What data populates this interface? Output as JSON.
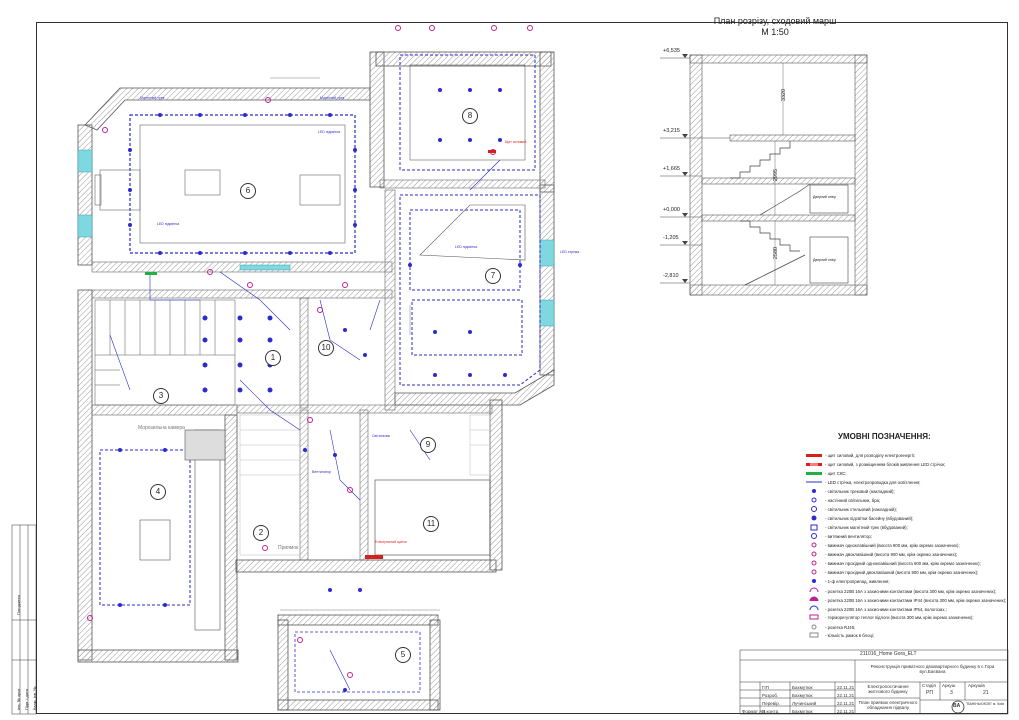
{
  "section": {
    "title_line1": "План розрізу, сходовий марш",
    "title_line2": "М 1:50",
    "levels": [
      "+6,535",
      "+3,215",
      "+1,665",
      "+0,000",
      "-1,205",
      "-2,810"
    ],
    "dims": [
      "3320",
      "2995",
      "2580"
    ],
    "door_label_1": "Дверний отвір",
    "door_label_2": "Дверний отвір"
  },
  "rooms": [
    "1",
    "2",
    "3",
    "4",
    "5",
    "6",
    "7",
    "8",
    "9",
    "10",
    "11"
  ],
  "annotations": {
    "room4_label": "Морозильна камера",
    "room2_label": "Приямок",
    "blue_notes": [
      "LED підсвітка",
      "LED підсвітка",
      "Магнітний трек",
      "Магнітний трек",
      "LED підсвітка",
      "Вентилятор",
      "Світильник",
      "LED стрічка"
    ],
    "red_notes": [
      "Електричний щиток",
      "Щит силовий"
    ]
  },
  "legend": {
    "title": "УМОВНІ ПОЗНАЧЕННЯ:",
    "items": [
      "- щит силовий, для розподілу електроенергії;",
      "- щит силовий, з розміщенням блоків живлення LED стрічок;",
      "- щит СКС;",
      "- LED стрічка, електропроводка для освітлення;",
      "- світильник трековий (накладний);",
      "- настінний світильник, бра;",
      "- світильник стельовий (накладний);",
      "- світильник підсвітки басейну (вбудований);",
      "- світильник магнітний трек (вбудований);",
      "- витяжний вентилятор;",
      "- вимикач одноклавішний (висота 900 мм, крім окремо зазначених);",
      "- вимикач двоклавішний (висота 900 мм, крім окремо зазначених);",
      "- вимикач прохідний одноклавішний (висота 900 мм, крім окремо зазначених);",
      "- вимикач прохідний двоклавішний (висота 900 мм, крім окремо зазначених);",
      "- 1-ф електроприлад, живлення;",
      "- розетка 220В 16А з захисними контактами (висота 300 мм, крім окремо зазначених);",
      "- розетка 220В 16А з захисними контактами IP44 (висота 300 мм, крім окремо зазначених);",
      "- розетка 220В 16А з захисними контактами IP54, вологозах.;",
      "- терморегулятор теплої підлоги (висота 300 мм, крім окремо зазначених);",
      "- розетка RJ45;",
      "- кількість рамок в блоці;"
    ]
  },
  "title_block": {
    "code": "211016_Home Gora_ELT",
    "project": "Реконструкція приватного двоквартирного будинку в с.Гора вул.Баєвана",
    "object": "Електропостачання житлового будинку",
    "sheet_title": "План приямок електричного обладнання підвалу",
    "stage_label": "Стадія",
    "sheet_label": "Аркуш",
    "sheets_label": "Аркушів",
    "stage": "РП",
    "sheet": "3",
    "sheets": "21",
    "company": "\"ВАНІНЬЮКОВ\" м. Київ",
    "company_short": "BA",
    "roles": [
      "ГІП",
      "Розроб.",
      "Перевір.",
      "Н.контр."
    ],
    "names": [
      "Бахмутюк",
      "Бахмутюк",
      "Лучинський",
      "Бахмутюк"
    ],
    "dates": [
      "22.11.21",
      "22.11.21",
      "22.11.21",
      "22.11.21"
    ],
    "format": "Формат А3"
  },
  "side_strip": [
    "Погоджено",
    "Інв. № ориг.",
    "Підп. і дата",
    "Взам. інв. №"
  ],
  "colors": {
    "wall": "#d8d8d8",
    "line": "#2b2bd0",
    "red": "#d42020",
    "magenta": "#c02090",
    "cyan": "#7fd8e0",
    "green": "#20b040"
  }
}
